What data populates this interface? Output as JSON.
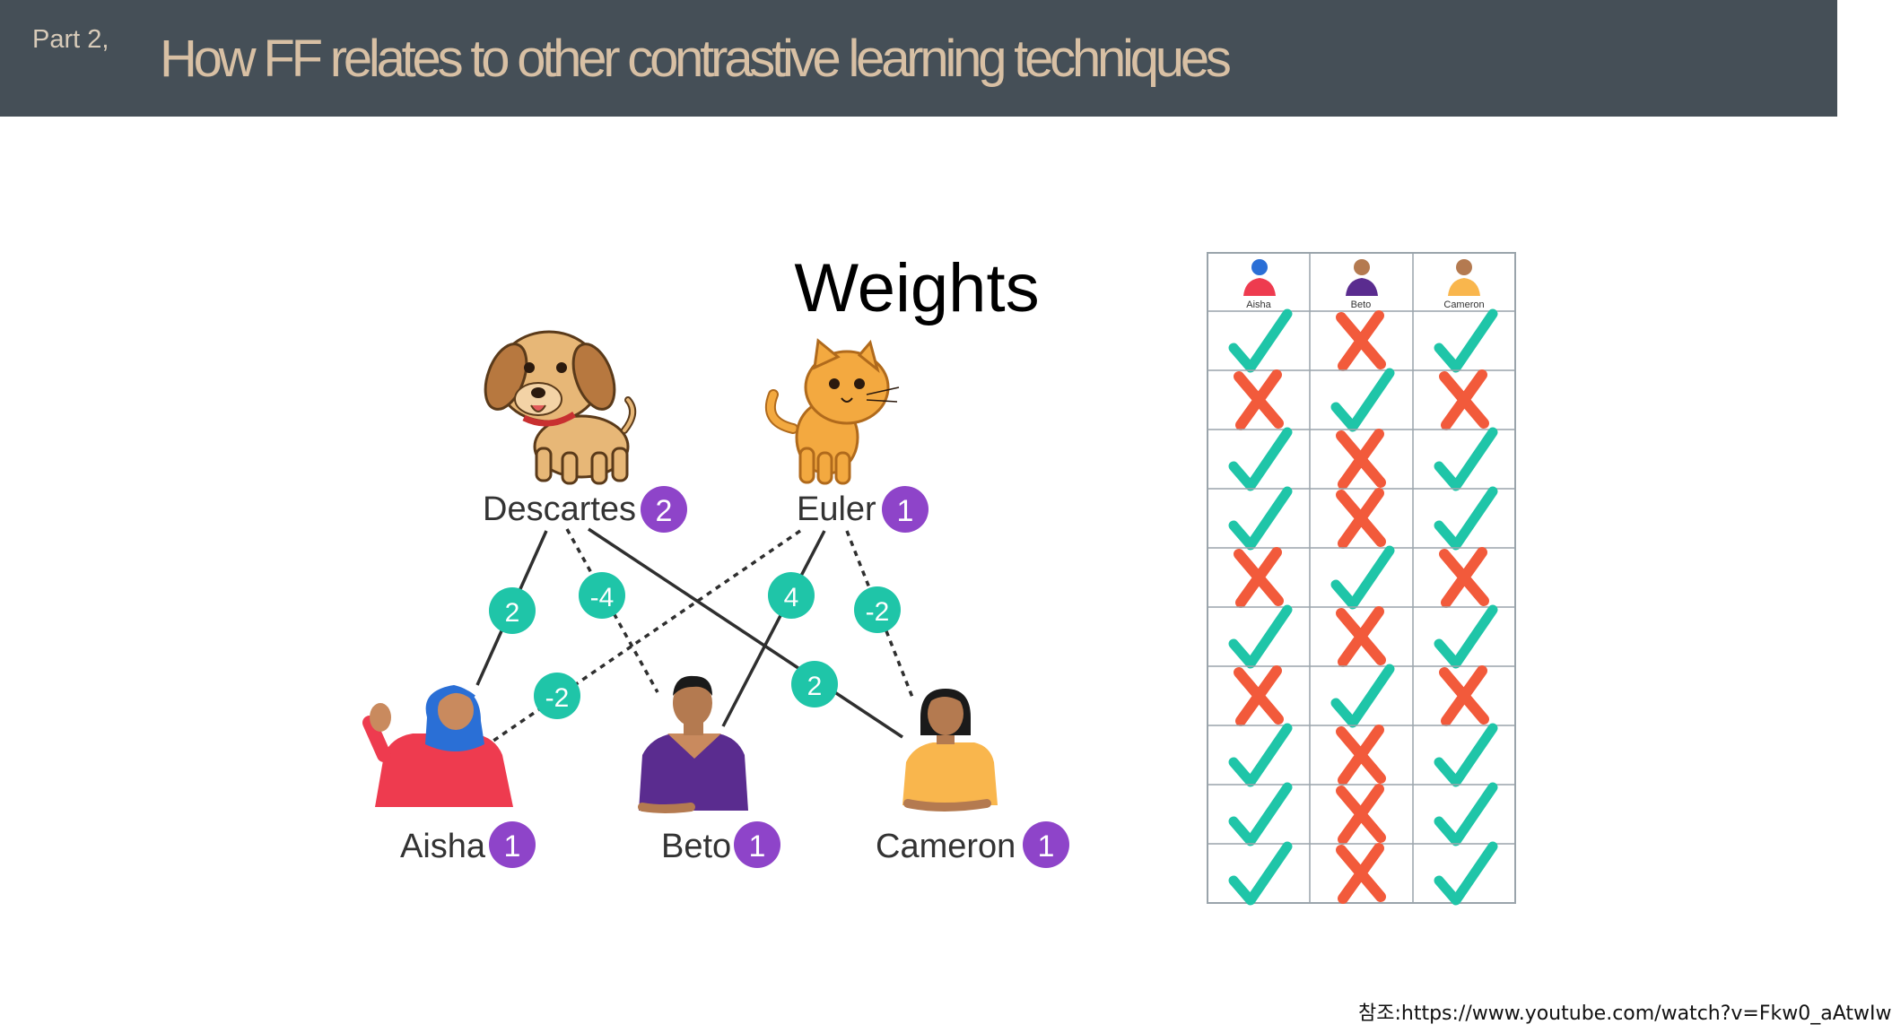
{
  "header": {
    "part": "Part 2,",
    "title": "How FF relates to other contrastive learning techniques"
  },
  "diagram": {
    "heading": "Weights",
    "top_nodes": [
      {
        "name": "Descartes",
        "badge": "2",
        "animal": "dog"
      },
      {
        "name": "Euler",
        "badge": "1",
        "animal": "cat"
      }
    ],
    "bottom_nodes": [
      {
        "name": "Aisha",
        "badge": "1"
      },
      {
        "name": "Beto",
        "badge": "1"
      },
      {
        "name": "Cameron",
        "badge": "1"
      }
    ],
    "edges": [
      {
        "from": "Descartes",
        "to": "Aisha",
        "weight": "2",
        "style": "solid"
      },
      {
        "from": "Descartes",
        "to": "Beto",
        "weight": "-4",
        "style": "dashed"
      },
      {
        "from": "Descartes",
        "to": "Cameron",
        "weight": "2",
        "style": "solid"
      },
      {
        "from": "Euler",
        "to": "Aisha",
        "weight": "-2",
        "style": "dashed"
      },
      {
        "from": "Euler",
        "to": "Beto",
        "weight": "4",
        "style": "solid"
      },
      {
        "from": "Euler",
        "to": "Cameron",
        "weight": "-2",
        "style": "dashed"
      }
    ],
    "colors": {
      "edge_weight": "#1fc5a8",
      "badge": "#8e44c9",
      "check": "#1fc5a8",
      "cross": "#f25a3b"
    }
  },
  "table": {
    "columns": [
      "Aisha",
      "Beto",
      "Cameron"
    ],
    "rows": [
      [
        "check",
        "cross",
        "check"
      ],
      [
        "cross",
        "check",
        "cross"
      ],
      [
        "check",
        "cross",
        "check"
      ],
      [
        "check",
        "cross",
        "check"
      ],
      [
        "cross",
        "check",
        "cross"
      ],
      [
        "check",
        "cross",
        "check"
      ],
      [
        "cross",
        "check",
        "cross"
      ],
      [
        "check",
        "cross",
        "check"
      ],
      [
        "check",
        "cross",
        "check"
      ],
      [
        "check",
        "cross",
        "check"
      ]
    ]
  },
  "reference": "참조:https://www.youtube.com/watch?v=Fkw0_aAtwIw"
}
